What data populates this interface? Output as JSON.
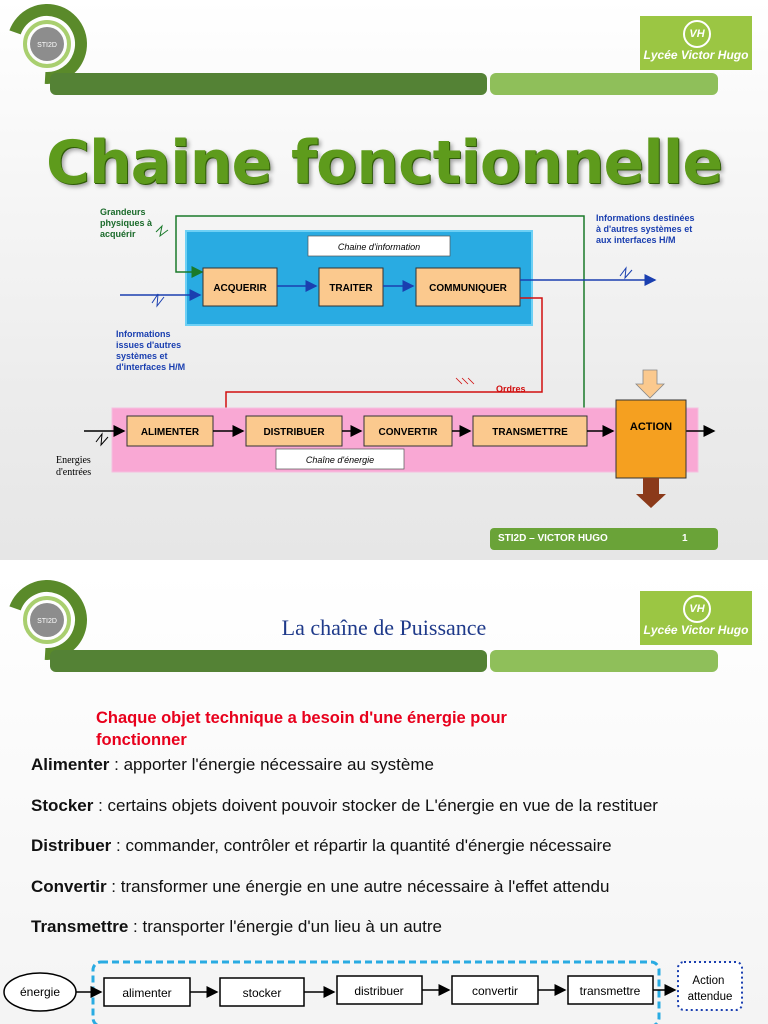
{
  "slide1": {
    "badge_label": "STI2D",
    "lycee_logo": {
      "mark": "VH",
      "name": "Lycée Victor Hugo"
    },
    "title": "Chaine fonctionnelle",
    "diagram": {
      "grandeurs": [
        "Grandeurs",
        "physiques à",
        "acquérir"
      ],
      "info_out": [
        "Informations destinées",
        "à d'autres systèmes et",
        "aux interfaces H/M"
      ],
      "info_in": [
        "Informations",
        "issues d'autres",
        "systèmes et",
        "d'interfaces H/M"
      ],
      "chaine_information": "Chaine d'information",
      "acquerir": "ACQUERIR",
      "traiter": "TRAITER",
      "communiquer": "COMMUNIQUER",
      "ordres": "Ordres",
      "alimenter": "ALIMENTER",
      "distribuer": "DISTRIBUER",
      "convertir": "CONVERTIR",
      "transmettre": "TRANSMETTRE",
      "action": "ACTION",
      "chaine_energie": "Chaîne d'énergie",
      "energies": [
        "Energies",
        "d'entrées"
      ]
    },
    "footer": {
      "text": "STI2D – VICTOR HUGO",
      "page": "1"
    }
  },
  "slide2": {
    "badge_label": "STI2D",
    "lycee_logo": {
      "mark": "VH",
      "name": "Lycée Victor Hugo"
    },
    "title": "La chaîne de Puissance",
    "intro": [
      "Chaque objet technique a besoin d'une énergie pour",
      "fonctionner"
    ],
    "definitions": [
      {
        "term": "Alimenter",
        "text": " : apporter l'énergie nécessaire au système"
      },
      {
        "term": "Stocker",
        "text": " : certains objets doivent pouvoir stocker de L'énergie en vue de la restituer"
      },
      {
        "term": "Distribuer",
        "text": " : commander, contrôler et répartir la quantité d'énergie nécessaire"
      },
      {
        "term": "Convertir",
        "text": " : transformer une énergie en une autre nécessaire à l'effet attendu"
      },
      {
        "term": "Transmettre",
        "text": " : transporter l'énergie d'un lieu à un autre"
      }
    ],
    "flow": {
      "energie": "énergie",
      "alimenter": "alimenter",
      "stocker": "stocker",
      "distribuer": "distribuer",
      "convertir": "convertir",
      "transmettre": "transmettre",
      "action": [
        "Action",
        "attendue"
      ]
    }
  },
  "colors": {
    "title_green": "#5e9b1c",
    "bar_dark": "#548235",
    "bar_light": "#8fbf5a",
    "info_chain_blue": "#29abe2",
    "energy_chain_pink": "#f9a8d4",
    "block_orange": "#fbc98e",
    "action_orange": "#f5a020",
    "red_text": "#e8001c",
    "subtitle_blue": "#1f3a8a"
  }
}
